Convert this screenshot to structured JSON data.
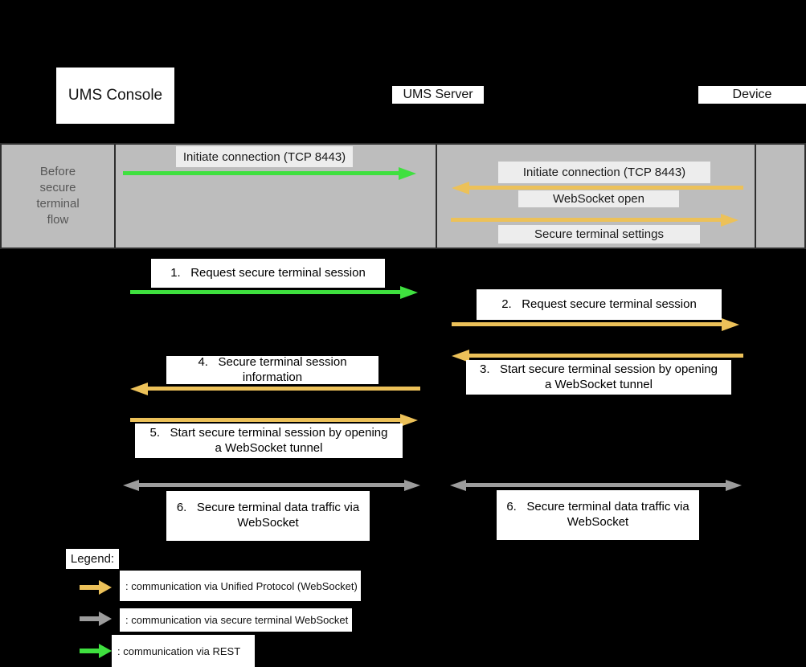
{
  "actors": [
    {
      "label": "UMS Console"
    },
    {
      "label": "UMS Server"
    },
    {
      "label": "Device"
    }
  ],
  "phase_band": {
    "label": "Before secure terminal flow",
    "messages": [
      {
        "label": "Initiate connection (TCP 8443)",
        "direction": "right",
        "protocol": "REST"
      },
      {
        "label": "Initiate connection (TCP 8443)",
        "direction": "left",
        "protocol": "Unified Protocol (WebSocket)"
      },
      {
        "label": "WebSocket open",
        "direction": "right",
        "protocol": "Unified Protocol (WebSocket)"
      },
      {
        "label": "Secure terminal settings",
        "direction": "right",
        "protocol": "Unified Protocol (WebSocket)"
      }
    ]
  },
  "flow": {
    "steps": [
      {
        "text": "1.   Request secure terminal session",
        "direction": "right",
        "protocol": "REST"
      },
      {
        "text": "2.   Request secure terminal session",
        "direction": "right",
        "protocol": "Unified Protocol (WebSocket)"
      },
      {
        "text": "3.   Start secure terminal session by opening\na WebSocket tunnel",
        "direction": "left",
        "protocol": "Unified Protocol (WebSocket)"
      },
      {
        "text": "4.   Secure terminal session\ninformation",
        "direction": "left",
        "protocol": "Unified Protocol (WebSocket)"
      },
      {
        "text": "5.   Start secure terminal session by opening\na WebSocket tunnel",
        "direction": "right",
        "protocol": "Unified Protocol (WebSocket)"
      },
      {
        "text": "6.   Secure terminal data traffic via\nWebSocket",
        "direction": "both",
        "protocol": "secure terminal WebSocket"
      }
    ]
  },
  "legend": {
    "title": "Legend:",
    "items": [
      {
        "label": ": communication via Unified Protocol (WebSocket)",
        "arrow_color": "#ecc159"
      },
      {
        "label": ": communication via secure terminal WebSocket",
        "arrow_color": "#9c9c9c"
      },
      {
        "label": ": communication via REST",
        "arrow_color": "#3fe03f"
      }
    ]
  },
  "colors": {
    "background": "#000000",
    "band_fill": "#bdbdbd",
    "band_border": "#2e2e2e",
    "band_text": "#575757",
    "band_label_bg": "#ededed",
    "message_box_bg": "#ffffff",
    "arrow_rest": "#3fe03f",
    "arrow_unified": "#ecc159",
    "arrow_secure_terminal": "#9c9c9c"
  }
}
